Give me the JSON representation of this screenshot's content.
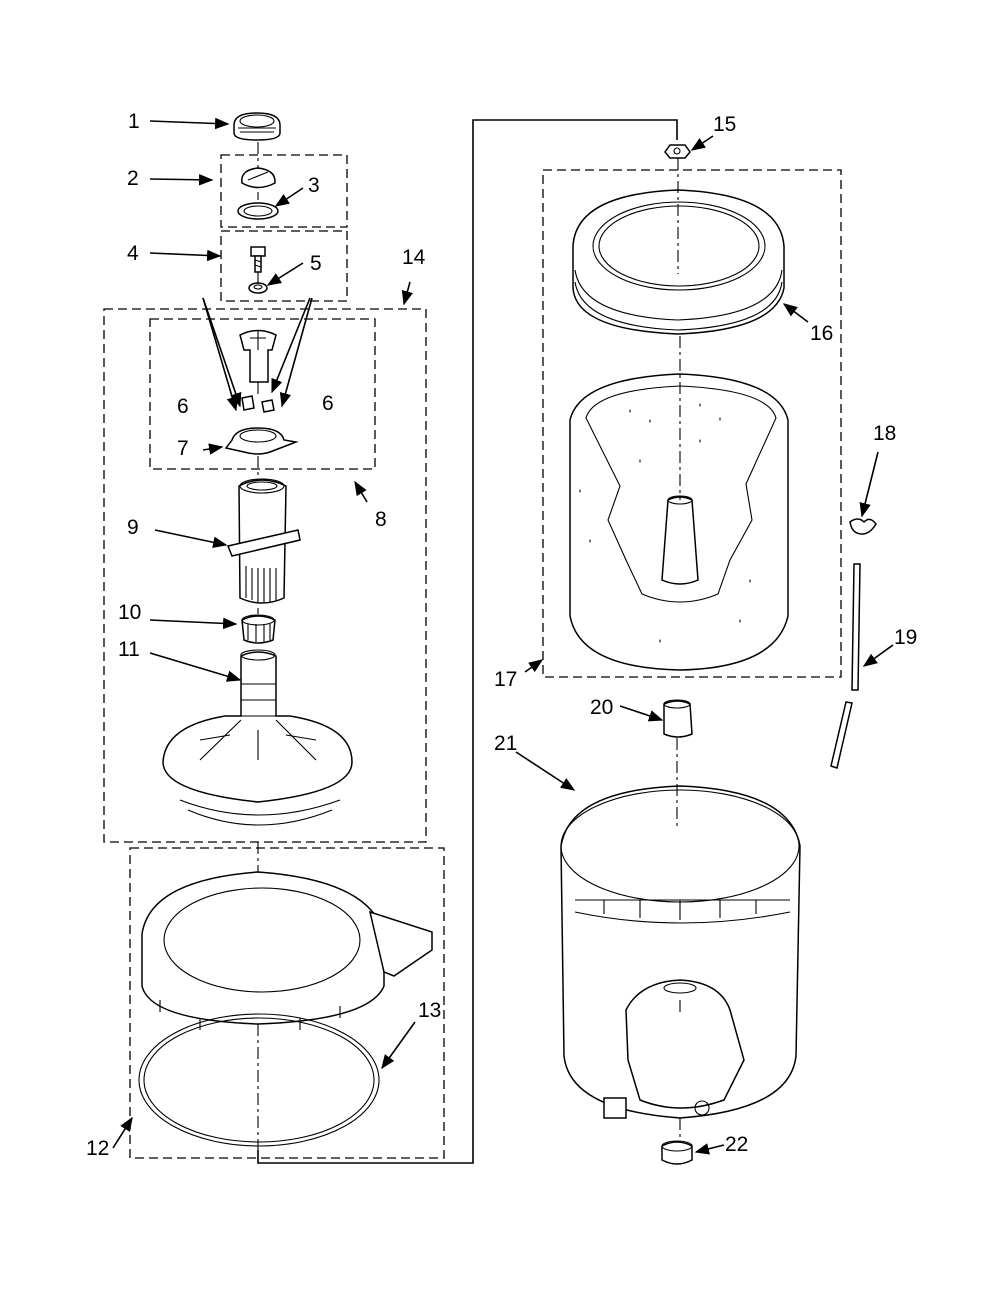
{
  "labels": {
    "p1": "1",
    "p2": "2",
    "p3": "3",
    "p4": "4",
    "p5": "5",
    "p6a": "6",
    "p6b": "6",
    "p7": "7",
    "p8": "8",
    "p9": "9",
    "p10": "10",
    "p11": "11",
    "p12": "12",
    "p13": "13",
    "p14": "14",
    "p15": "15",
    "p16": "16",
    "p17": "17",
    "p18": "18",
    "p19": "19",
    "p20": "20",
    "p21": "21",
    "p22": "22"
  }
}
